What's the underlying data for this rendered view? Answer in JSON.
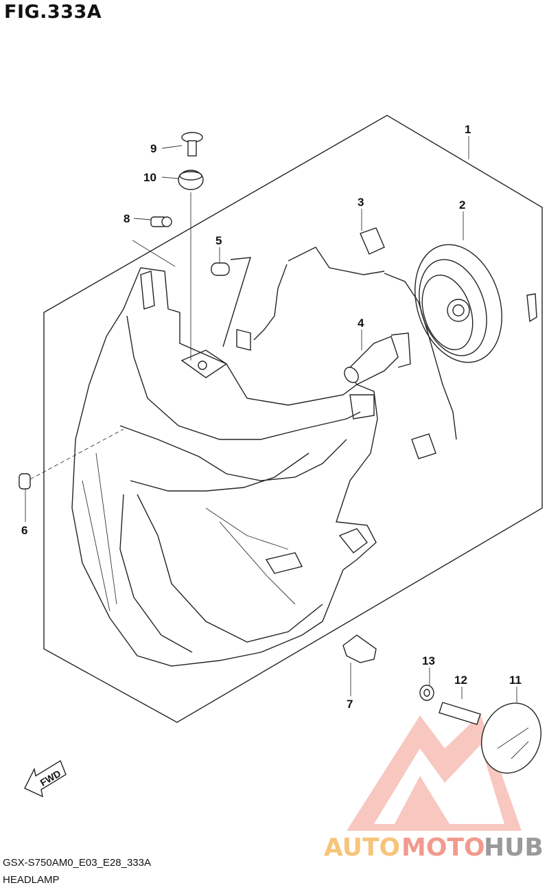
{
  "figure": {
    "title": "FIG.333A",
    "model_code": "GSX-S750AM0_E03_E28_333A",
    "section_name": "HEADLAMP"
  },
  "callouts": [
    "1",
    "2",
    "3",
    "4",
    "5",
    "6",
    "7",
    "8",
    "9",
    "10",
    "11",
    "12",
    "13"
  ],
  "direction_badge": "FWD",
  "watermark": {
    "part1": "AUTO",
    "part2": "MOTO",
    "part3": "HUB",
    "colors": {
      "auto": "#f6c47a",
      "moto": "#f29a8e",
      "hub": "#9a9a9a",
      "logo": "#f29a8e"
    }
  }
}
